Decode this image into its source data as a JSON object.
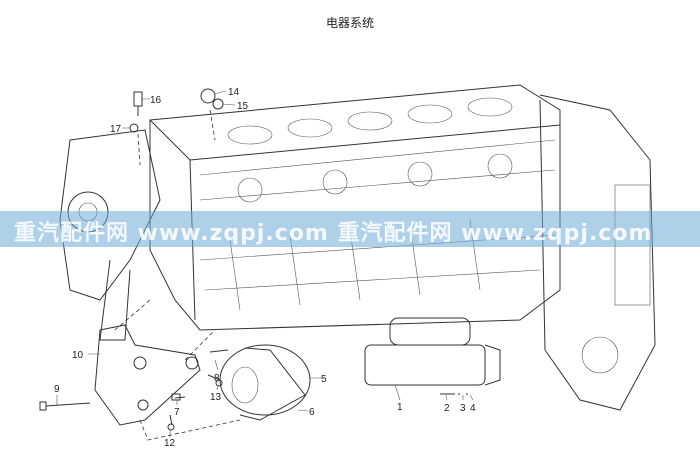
{
  "title": "电器系统",
  "watermark": "重汽配件网 www.zqpj.com 重汽配件网 www.zqpj.com",
  "callouts": {
    "c1": "1",
    "c2": "2",
    "c3": "3",
    "c4": "4",
    "c5": "5",
    "c6": "6",
    "c7": "7",
    "c8": "8",
    "c9": "9",
    "c10": "10",
    "c12": "12",
    "c13": "13",
    "c14": "14",
    "c15": "15",
    "c16": "16",
    "c17": "17"
  }
}
